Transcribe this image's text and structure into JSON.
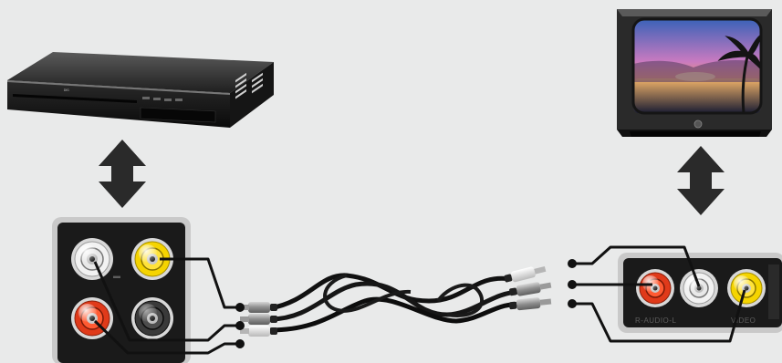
{
  "source_device": {
    "kind": "dvd-player",
    "brand_mark": "ᴰᴵᴳ"
  },
  "display_device": {
    "kind": "crt-television"
  },
  "source_panel": {
    "jacks": [
      {
        "name": "audio-right-white",
        "color": "#f2f2f2"
      },
      {
        "name": "video-yellow",
        "color": "#f5d400"
      },
      {
        "name": "audio-left-red",
        "color": "#e03a1a"
      },
      {
        "name": "unused-black",
        "color": "#3a3a3a"
      }
    ]
  },
  "tv_panel": {
    "labels": {
      "audio_right": "R-AUDIO-L",
      "video": "VIDEO"
    },
    "jacks": [
      {
        "name": "audio-red",
        "color": "#e03a1a"
      },
      {
        "name": "audio-white",
        "color": "#f2f2f2"
      },
      {
        "name": "video-yellow",
        "color": "#f5d400"
      }
    ]
  },
  "cable": {
    "kind": "rca-composite-av",
    "plug_count": 3
  },
  "colors": {
    "background": "#e9eaea",
    "connector_line": "#111111",
    "arrow": "#2a2a2a",
    "panel_border": "#b3b3b3",
    "panel_face": "#1a1a1a"
  }
}
